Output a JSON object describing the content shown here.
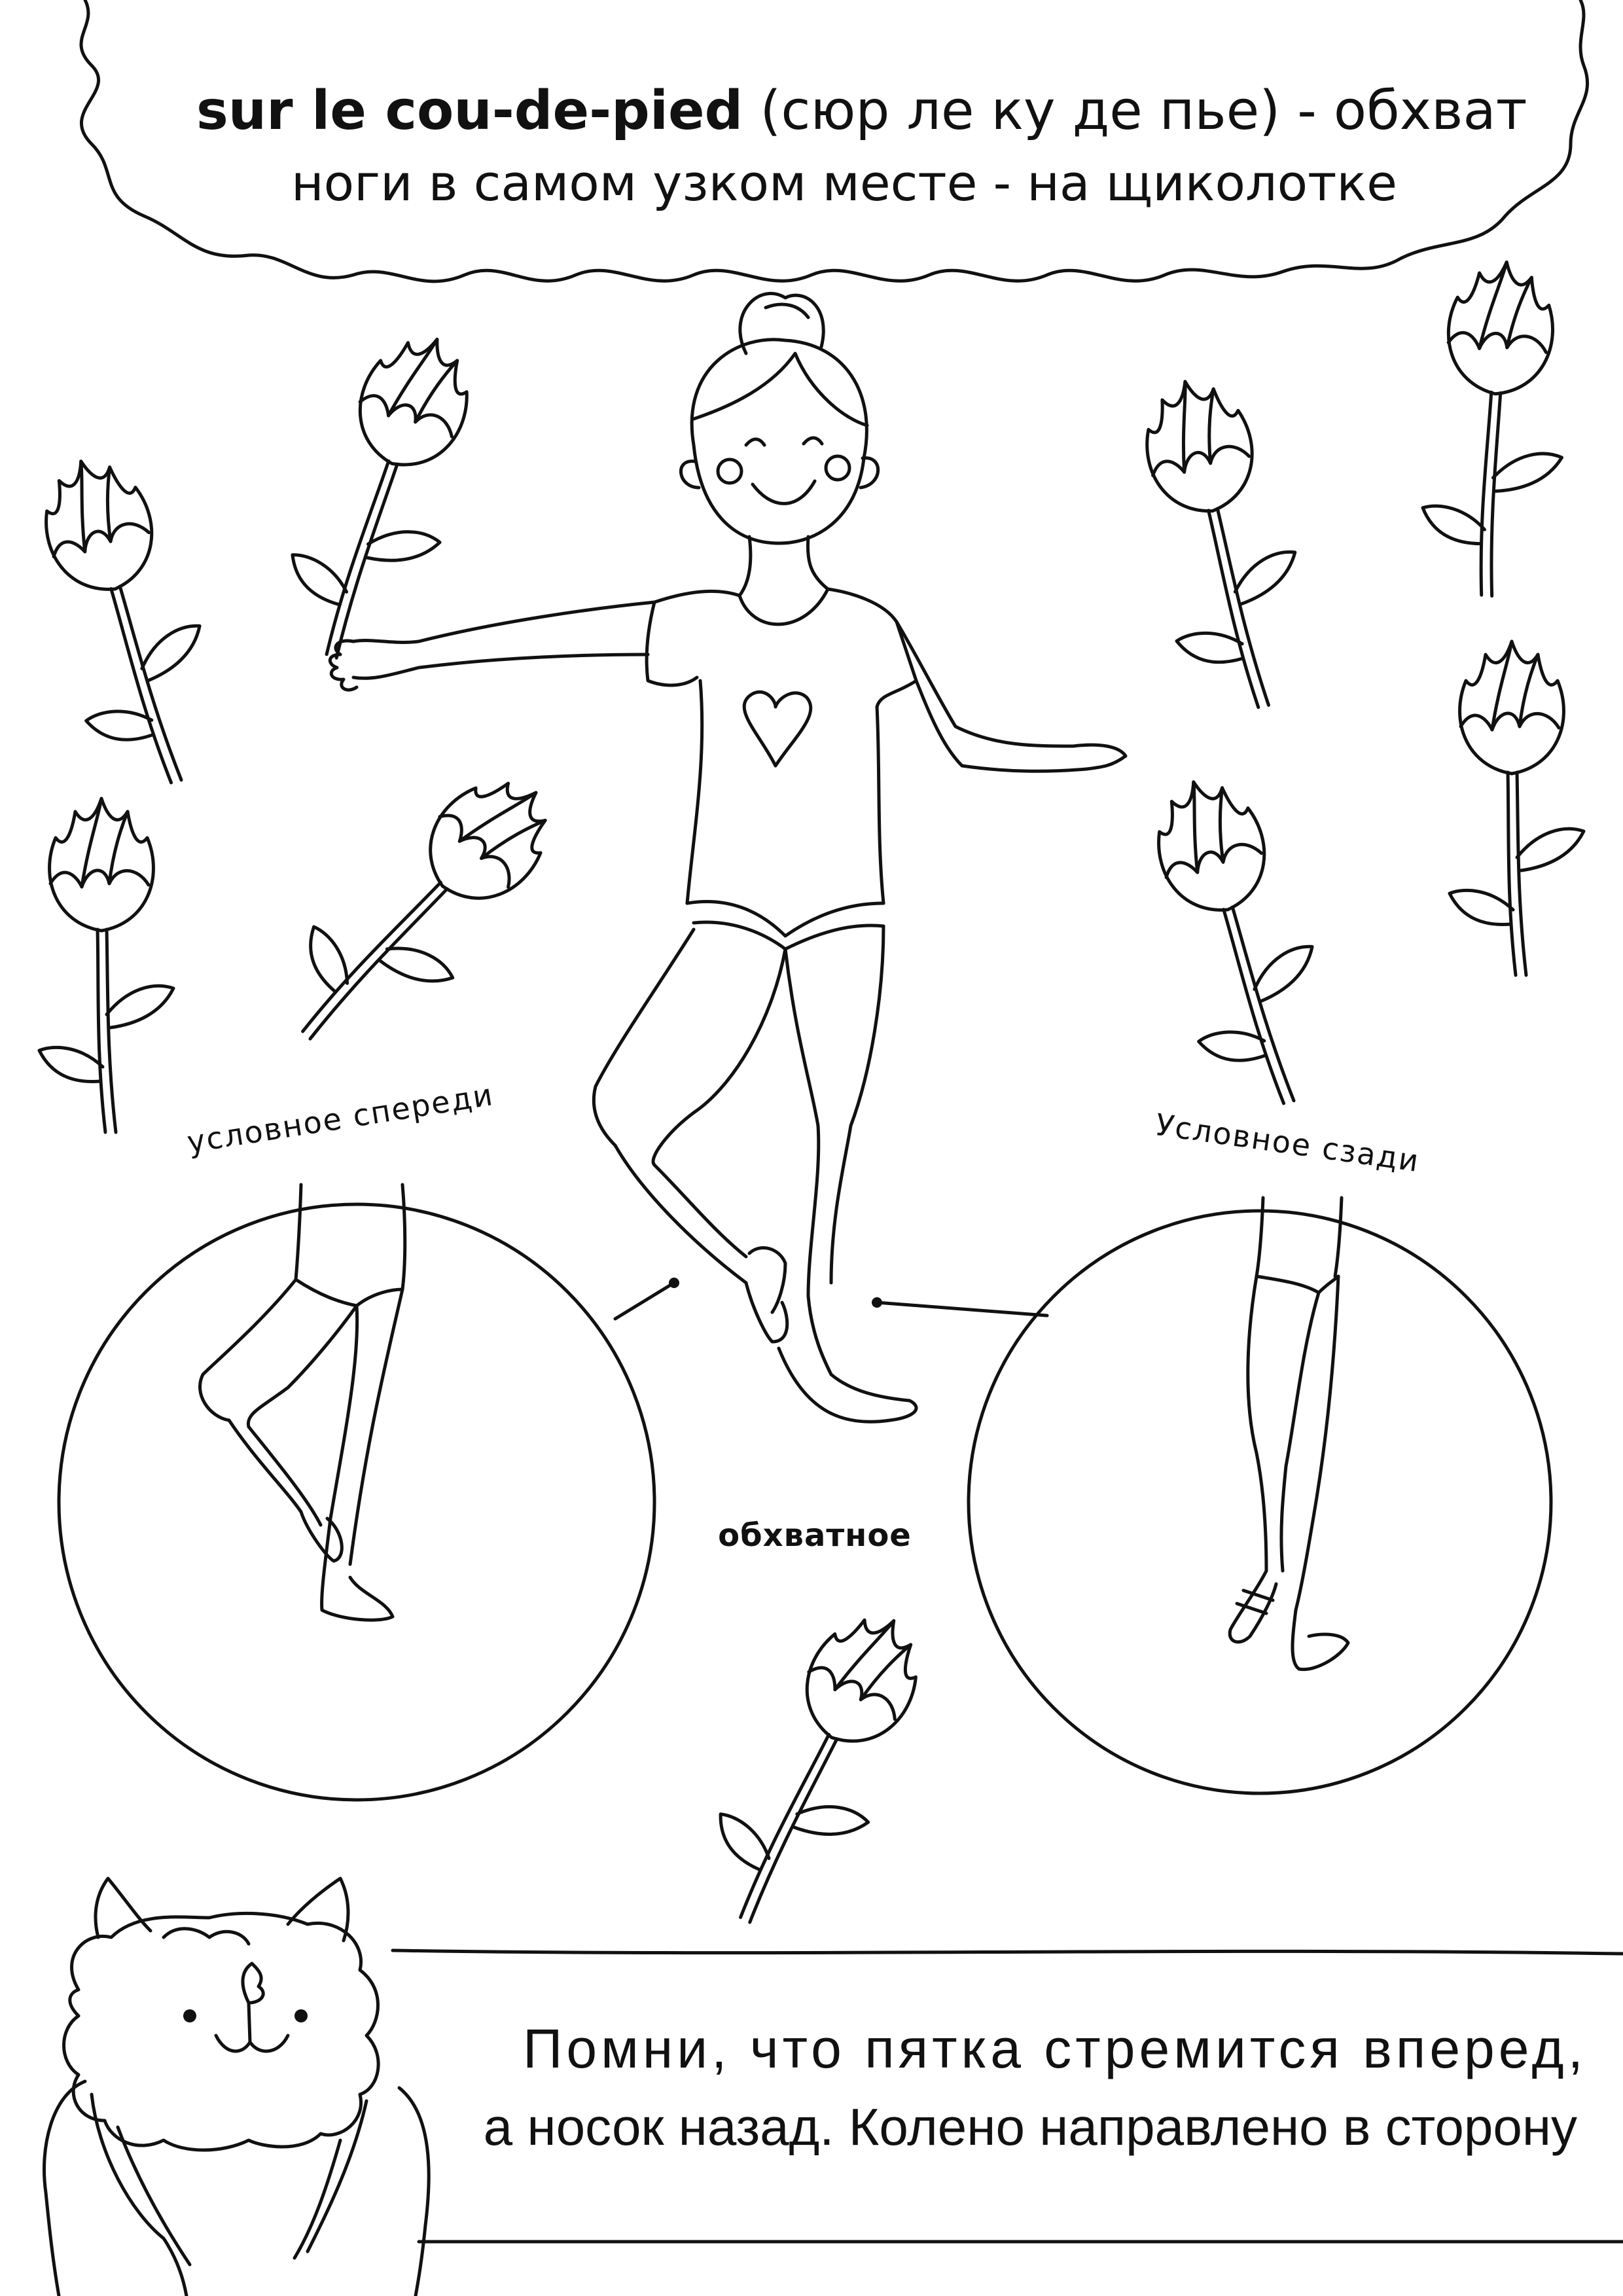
{
  "header": {
    "term": "sur le cou-de-pied",
    "term_rest": " (сюр ле ку де пье) - обхват",
    "line2": "ноги в самом узком месте - на щиколотке"
  },
  "circles": {
    "front_label": "условное спереди",
    "back_label": "Условное сзади"
  },
  "center_label": "обхватное",
  "tip": {
    "line1": "Помни, что пятка стремится вперед,",
    "line2": "а носок назад. Колено направлено в сторону"
  },
  "colors": {
    "ink": "#111111",
    "paper": "#ffffff"
  }
}
